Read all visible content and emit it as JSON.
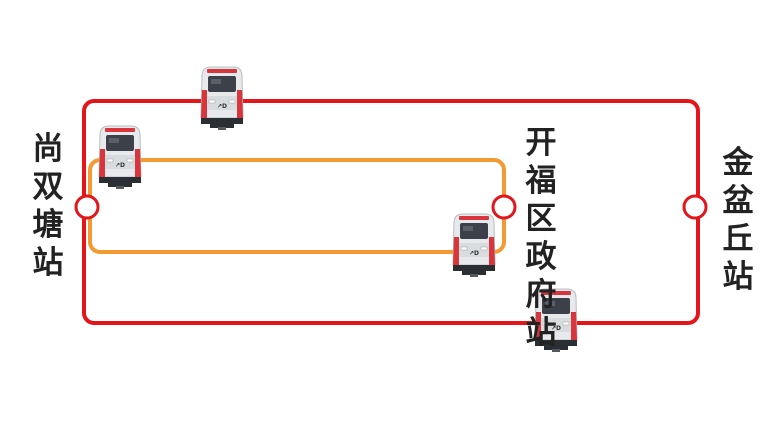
{
  "colors": {
    "outer_line": "#e3161b",
    "inner_line": "#f39a32",
    "background": "#ffffff",
    "train_body": "#e7e9ec",
    "train_accent": "#d6363c",
    "train_window": "#3c4048"
  },
  "stations": {
    "west": {
      "name": "尚双塘站",
      "lines": [
        "outer",
        "inner"
      ]
    },
    "middle": {
      "name": "开福区政府站",
      "lines": [
        "inner"
      ]
    },
    "east": {
      "name": "金盆丘站",
      "lines": [
        "outer"
      ]
    }
  },
  "lines": [
    {
      "id": "outer",
      "color": "#e3161b",
      "stations": [
        "west",
        "east"
      ]
    },
    {
      "id": "inner",
      "color": "#f39a32",
      "stations": [
        "west",
        "middle"
      ]
    }
  ],
  "trains": [
    {
      "id": "train-outer-top",
      "line": "outer",
      "position": "top, between 尚双塘站 and 金盆丘站"
    },
    {
      "id": "train-inner-top",
      "line": "inner",
      "position": "near 尚双塘站"
    },
    {
      "id": "train-inner-bottom",
      "line": "inner",
      "position": "near 开福区政府站"
    },
    {
      "id": "train-outer-bottom",
      "line": "outer",
      "position": "bottom, below 开福区政府站"
    }
  ]
}
